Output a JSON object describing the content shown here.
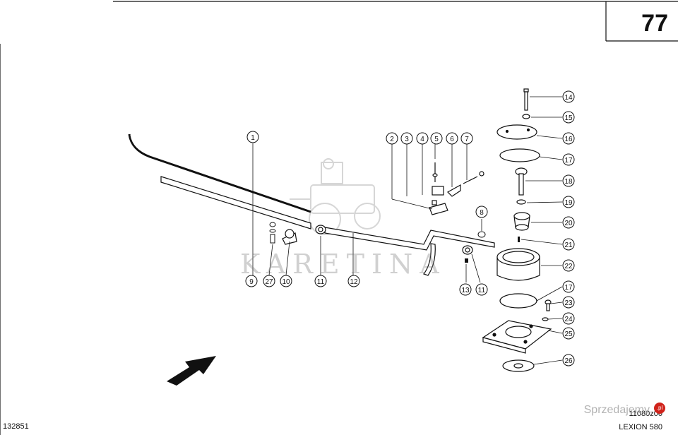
{
  "page_number": "77",
  "doc_number": "132851",
  "drawing_code": "11080z00",
  "model": "LEXION 580",
  "watermark": "KARETINA",
  "site_watermark": "Sprzedajemy",
  "site_badge": ".pl",
  "callouts": [
    "1",
    "2",
    "3",
    "4",
    "5",
    "6",
    "7",
    "8",
    "9",
    "27",
    "10",
    "11",
    "12",
    "13",
    "11",
    "14",
    "15",
    "16",
    "17",
    "18",
    "19",
    "20",
    "21",
    "22",
    "17",
    "23",
    "24",
    "25",
    "26"
  ]
}
